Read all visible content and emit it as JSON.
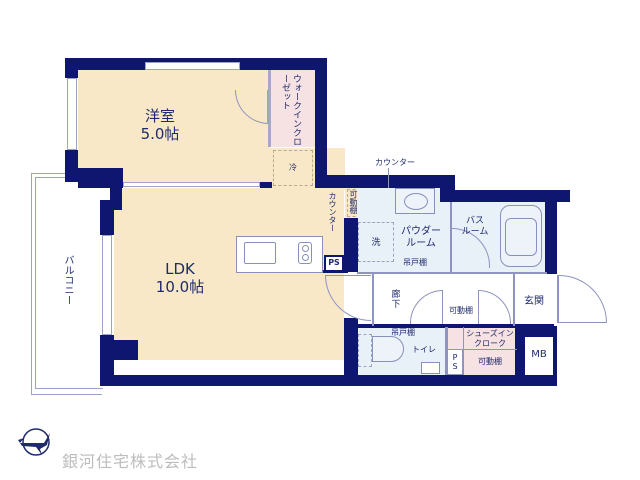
{
  "plan": {
    "rooms": {
      "western_room": {
        "name": "洋室",
        "area": "5.0帖"
      },
      "ldk": {
        "name": "LDK",
        "area": "10.0帖"
      },
      "walk_in_closet": {
        "name": "ウォークインクローゼット"
      },
      "fridge": {
        "name": "冷"
      },
      "counter_top": {
        "name": "カウンター"
      },
      "counter_side": {
        "name": "カウンター"
      },
      "movable_shelf_kitchen": {
        "name": "可動棚"
      },
      "ps_kitchen": {
        "name": "PS"
      },
      "powder_room": {
        "name": "パウダー\nルーム",
        "line1": "パウダー",
        "line2": "ルーム"
      },
      "washer": {
        "name": "洗"
      },
      "hanging_cabinet_powder": {
        "name": "吊戸棚"
      },
      "bath_room": {
        "line1": "バス",
        "line2": "ルーム"
      },
      "hallway": {
        "line1": "廊",
        "line2": "下"
      },
      "movable_shelf_hall": {
        "name": "可動棚"
      },
      "entrance": {
        "name": "玄関"
      },
      "toilet": {
        "name": "トイレ"
      },
      "hanging_cabinet_toilet": {
        "name": "吊戸棚"
      },
      "ps_hall": {
        "line1": "P",
        "line2": "S"
      },
      "shoes_in_closet": {
        "line1": "シューズイン",
        "line2": "クローク"
      },
      "movable_shelf_shoes": {
        "name": "可動棚"
      },
      "mb": {
        "name": "MB"
      },
      "balcony": {
        "name": "バルコニー"
      }
    },
    "colors": {
      "wall": "#0f1670",
      "living_floor": "#f9e8c8",
      "wet_area": "#e8f0f8",
      "closet": "#f6e1e3",
      "text": "#1f2a6b"
    }
  },
  "branding": {
    "company_name": "銀河住宅株式会社",
    "logo_icon": "crane-in-circle-icon"
  }
}
